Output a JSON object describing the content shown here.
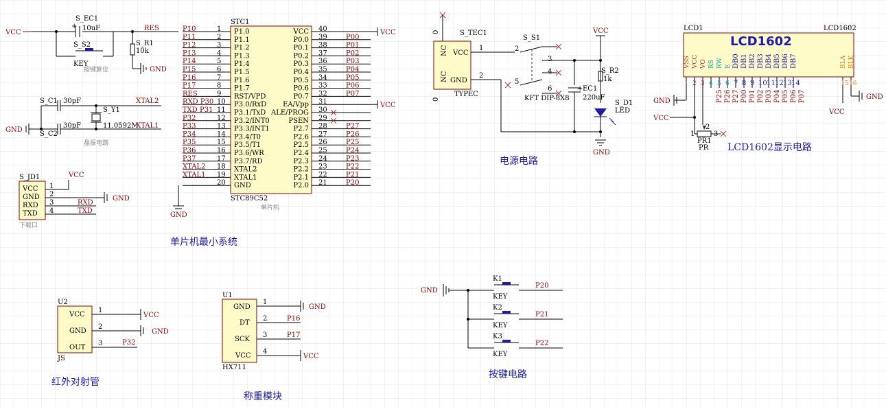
{
  "titles": {
    "mcu": "单片机最小系统",
    "power": "电源电路",
    "lcd": "LCD1602显示电路",
    "ir": "红外对射管",
    "weigh": "称重模块",
    "keys": "按键电路"
  },
  "net": {
    "vcc": "VCC",
    "gnd": "GND",
    "res": "RES",
    "xtal1": "XTAL1",
    "xtal2": "XTAL2",
    "rxd": "RXD",
    "txd": "TXD"
  },
  "reset": {
    "cap_ref": "S_EC1",
    "cap_val": "10uF",
    "sw_ref": "S_S2",
    "sw_val": "KEY",
    "sw_caption": "按键复位",
    "res_ref": "S_R1",
    "res_val": "10k"
  },
  "crystal": {
    "c1_ref": "S_C1",
    "c1_val": "30pF",
    "c2_ref": "S_C2",
    "c2_val": "30pF",
    "y_ref": "S_Y1",
    "y_val": "11.0592M",
    "caption": "晶振电路"
  },
  "download": {
    "ref": "S_JD1",
    "caption": "下载口",
    "pins": [
      "VCC",
      "GND",
      "RXD",
      "TXD"
    ],
    "nums": [
      "1",
      "2",
      "3",
      "4"
    ]
  },
  "mcu": {
    "ref": "STC1",
    "part": "STC89C52",
    "caption": "单片机",
    "left": [
      {
        "net": "P10",
        "num": "1",
        "name": "P1.0"
      },
      {
        "net": "P11",
        "num": "2",
        "name": "P1.1"
      },
      {
        "net": "P12",
        "num": "3",
        "name": "P1.2"
      },
      {
        "net": "P13",
        "num": "4",
        "name": "P1.3"
      },
      {
        "net": "P14",
        "num": "5",
        "name": "P1.4"
      },
      {
        "net": "P15",
        "num": "6",
        "name": "P1.5"
      },
      {
        "net": "P16",
        "num": "7",
        "name": "P1.6"
      },
      {
        "net": "P17",
        "num": "8",
        "name": "P1.7"
      },
      {
        "net": "RES",
        "num": "9",
        "name": "RST/VPD"
      },
      {
        "net": "RXD P30",
        "num": "10",
        "name": "P3.0/RxD"
      },
      {
        "net": "TXD P31",
        "num": "11",
        "name": "P3.1/TxD"
      },
      {
        "net": "P32",
        "num": "12",
        "name": "P3.2/INT0"
      },
      {
        "net": "P33",
        "num": "13",
        "name": "P3.3/INT1"
      },
      {
        "net": "P34",
        "num": "14",
        "name": "P3.4/T0"
      },
      {
        "net": "P35",
        "num": "15",
        "name": "P3.5/T1"
      },
      {
        "net": "P36",
        "num": "16",
        "name": "P3.6/WR"
      },
      {
        "net": "P37",
        "num": "17",
        "name": "P3.7/RD"
      },
      {
        "net": "XTAL2",
        "num": "18",
        "name": "XTAL2"
      },
      {
        "net": "XTAL1",
        "num": "19",
        "name": "XTAL1"
      },
      {
        "net": "",
        "num": "20",
        "name": "GND"
      }
    ],
    "right": [
      {
        "net": "VCC",
        "num": "40",
        "name": "VCC"
      },
      {
        "net": "P00",
        "num": "39",
        "name": "P0.0"
      },
      {
        "net": "P01",
        "num": "38",
        "name": "P0.1"
      },
      {
        "net": "P02",
        "num": "37",
        "name": "P0.2"
      },
      {
        "net": "P03",
        "num": "36",
        "name": "P0.3"
      },
      {
        "net": "P04",
        "num": "35",
        "name": "P0.4"
      },
      {
        "net": "P05",
        "num": "34",
        "name": "P0.5"
      },
      {
        "net": "P06",
        "num": "33",
        "name": "P0.6"
      },
      {
        "net": "P07",
        "num": "32",
        "name": "P0.7"
      },
      {
        "net": "VCC",
        "num": "31",
        "name": "EA/Vpp"
      },
      {
        "net": "",
        "num": "30",
        "name": "ALE/PROG"
      },
      {
        "net": "",
        "num": "29",
        "name": "PSEN"
      },
      {
        "net": "P27",
        "num": "28",
        "name": "P2.7"
      },
      {
        "net": "P26",
        "num": "27",
        "name": "P2.6"
      },
      {
        "net": "P25",
        "num": "26",
        "name": "P2.5"
      },
      {
        "net": "P24",
        "num": "25",
        "name": "P2.4"
      },
      {
        "net": "P23",
        "num": "24",
        "name": "P2.3"
      },
      {
        "net": "P22",
        "num": "23",
        "name": "P2.2"
      },
      {
        "net": "P21",
        "num": "22",
        "name": "P2.1"
      },
      {
        "net": "P20",
        "num": "21",
        "name": "P2.0"
      }
    ]
  },
  "power": {
    "tec_ref": "S_TEC1",
    "tec_part": "TYPEC",
    "tec_pins": [
      "VCC",
      "GND"
    ],
    "tec_nc": [
      "NC",
      "NC"
    ],
    "tec_nums": [
      "1",
      "2"
    ],
    "tec_zero": [
      "0",
      "0"
    ],
    "sw_ref": "S_S1",
    "sw_part": "KFT DIP-8X8",
    "sw_nums": [
      "2",
      "3",
      "4",
      "5",
      "6"
    ],
    "ec_ref": "EC1",
    "ec_val": "220uF",
    "r_ref": "S_R2",
    "r_val": "1k",
    "led_ref": "S_D1",
    "led_val": "LED"
  },
  "lcd": {
    "ref": "LCD1",
    "part_top": "LCD1602",
    "big": "LCD1602",
    "pins": [
      "VSS",
      "VCC",
      "VO",
      "RS",
      "RW",
      "E",
      "DB0",
      "DB1",
      "DB2",
      "DB3",
      "DB4",
      "DB5",
      "DB6",
      "DB7",
      "BLA",
      "BLK"
    ],
    "nums": [
      "1",
      "2",
      "3",
      "4",
      "5",
      "6",
      "7",
      "8",
      "9",
      "10",
      "11",
      "12",
      "13",
      "14",
      "15",
      "16"
    ],
    "nets": [
      "P25",
      "P26",
      "P27",
      "P00",
      "P01",
      "P02",
      "P03",
      "P04",
      "P05",
      "P06",
      "P07"
    ],
    "pot_ref": "PR1",
    "pot_val": "PR",
    "pot_nums": [
      "1",
      "3",
      "2"
    ]
  },
  "ir": {
    "ref": "U2",
    "part": "JS",
    "pins": [
      "VCC",
      "GND",
      "OUT"
    ],
    "nums": [
      "1",
      "2",
      "3"
    ],
    "out_net": "P32"
  },
  "weigh": {
    "ref": "U1",
    "part": "HX711",
    "pins": [
      "GND",
      "DT",
      "SCK",
      "VCC"
    ],
    "nums": [
      "1",
      "2",
      "3",
      "4"
    ],
    "nets": [
      "P16",
      "P17"
    ]
  },
  "keys": {
    "items": [
      {
        "ref": "K1",
        "val": "KEY",
        "net": "P20"
      },
      {
        "ref": "K2",
        "val": "KEY",
        "net": "P21"
      },
      {
        "ref": "K3",
        "val": "KEY",
        "net": "P22"
      }
    ]
  }
}
